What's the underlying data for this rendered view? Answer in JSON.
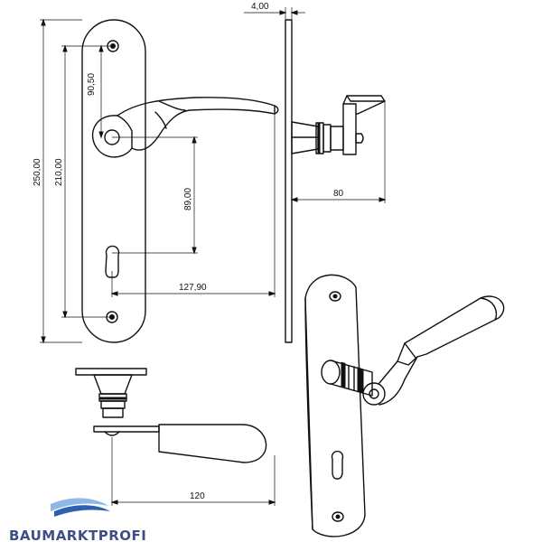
{
  "dimensions": {
    "thickness": "4,00",
    "spindle_offset": "90,50",
    "overall_height": "250,00",
    "screw_spacing": "210,00",
    "handle_to_keyhole": "89,00",
    "handle_length": "127,90",
    "projection": "80",
    "handle_width": "120"
  },
  "brand": {
    "name": "BAUMARKTPROFI",
    "colors": {
      "text": "#3d4f86",
      "swoosh_light": "#8fb8e6",
      "swoosh_dark": "#2f5fb0"
    }
  }
}
